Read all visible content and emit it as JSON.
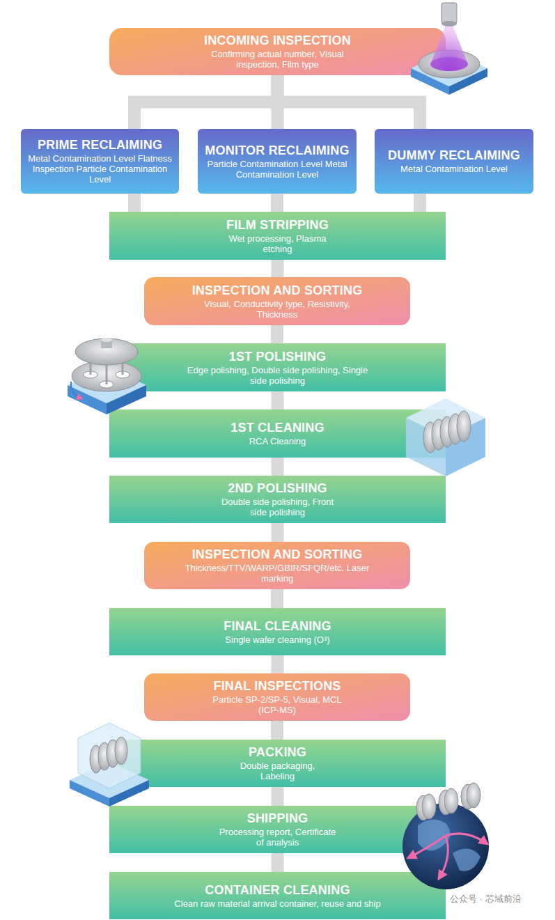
{
  "diagram": {
    "nodes": [
      {
        "text": [
          "INCOMING INSPECTION",
          "Confirming actual number, Visual inspection, Film type"
        ]
      },
      {
        "text": [
          "PRIME RECLAIMING",
          "Metal Contamination Level Flatness Inspection Particle Contamination Level"
        ]
      },
      {
        "text": [
          "MONITOR RECLAIMING",
          "Particle Contamination Level Metal Contamination Level"
        ]
      },
      {
        "text": [
          "DUMMY RECLAIMING",
          "Metal Contamination Level"
        ]
      },
      {
        "text": [
          "FILM STRIPPING",
          "Wet processing, Plasma etching"
        ]
      },
      {
        "text": [
          "INSPECTION AND SORTING",
          "Visual, Conductivity type, Resistivity, Thickness"
        ]
      },
      {
        "text": [
          "1ST POLISHING",
          "Edge polishing, Double side polishing, Single side polishing"
        ]
      },
      {
        "text": [
          "1ST CLEANING",
          "RCA Cleaning"
        ]
      },
      {
        "text": [
          "2ND POLISHING",
          "Double side polishing, Front side polishing"
        ]
      },
      {
        "text": [
          "INSPECTION AND SORTING",
          "Thickness/TTV/WARP/GBIR/SFQR/etc. Laser marking"
        ]
      },
      {
        "text": [
          "FINAL CLEANING",
          "Single wafer cleaning (O³)"
        ]
      },
      {
        "text": [
          "FINAL INSPECTIONS",
          "Particle SP-2/SP-5, Visual, MCL (ICP-MS)"
        ]
      },
      {
        "text": [
          "PACKING",
          "Double packaging, Labeling"
        ]
      },
      {
        "text": [
          "SHIPPING",
          "Processing report, Certificate of analysis"
        ]
      },
      {
        "text": [
          "CONTAINER CLEANING",
          "Clean raw material arrival container, reuse and ship"
        ]
      }
    ],
    "edges": [
      {
        "from": 0,
        "to": 1,
        "arrow": "none"
      },
      {
        "from": 0,
        "to": 2,
        "arrow": "none"
      },
      {
        "from": 0,
        "to": 3,
        "arrow": "none"
      },
      {
        "from": 1,
        "to": 4,
        "arrow": "none"
      },
      {
        "from": 2,
        "to": 4,
        "arrow": "none"
      },
      {
        "from": 3,
        "to": 4,
        "arrow": "none"
      },
      {
        "from": 4,
        "to": 5,
        "arrow": "none"
      },
      {
        "from": 5,
        "to": 6,
        "arrow": "none"
      },
      {
        "from": 6,
        "to": 7,
        "arrow": "none"
      },
      {
        "from": 7,
        "to": 8,
        "arrow": "none"
      },
      {
        "from": 8,
        "to": 9,
        "arrow": "none"
      },
      {
        "from": 9,
        "to": 10,
        "arrow": "none"
      },
      {
        "from": 10,
        "to": 11,
        "arrow": "none"
      },
      {
        "from": 11,
        "to": 12,
        "arrow": "none"
      },
      {
        "from": 12,
        "to": 13,
        "arrow": "none"
      },
      {
        "from": 13,
        "to": 14,
        "arrow": "none"
      }
    ],
    "labels": [
      "公众号 · 芯域前沿"
    ]
  }
}
